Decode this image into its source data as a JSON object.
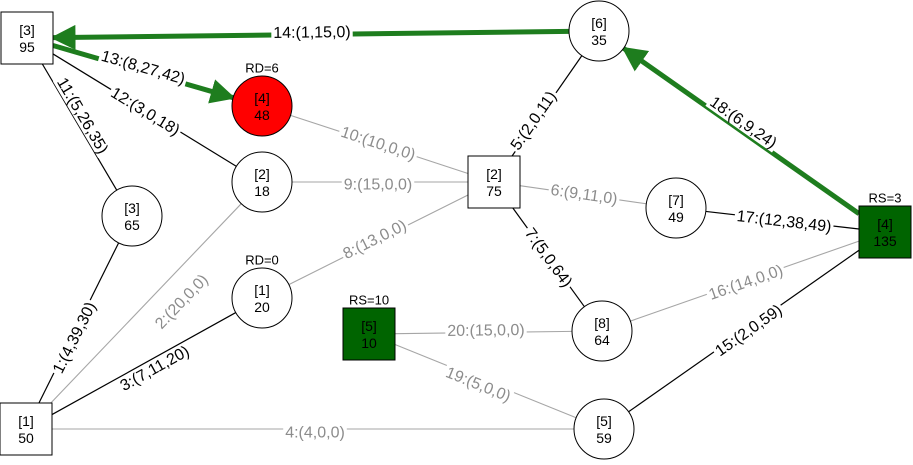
{
  "colors": {
    "dark_edge": "#000000",
    "light_edge": "#a6a6a6",
    "light_label": "#8c8c8c",
    "path_edge": "#1e7d1e",
    "station_fill": "#006400",
    "highlight_fill": "#ff0000",
    "node_fill": "#ffffff"
  },
  "nodes": [
    {
      "id": "sq3",
      "shape": "square",
      "label": "[3]",
      "value": "95"
    },
    {
      "id": "c6",
      "shape": "circle",
      "label": "[6]",
      "value": "35"
    },
    {
      "id": "c4",
      "shape": "circle",
      "label": "[4]",
      "value": "48",
      "fill": "highlight_fill",
      "tag": "RD=6"
    },
    {
      "id": "c2",
      "shape": "circle",
      "label": "[2]",
      "value": "18"
    },
    {
      "id": "c3",
      "shape": "circle",
      "label": "[3]",
      "value": "65"
    },
    {
      "id": "sq2",
      "shape": "square",
      "label": "[2]",
      "value": "75"
    },
    {
      "id": "c7",
      "shape": "circle",
      "label": "[7]",
      "value": "49"
    },
    {
      "id": "sq4",
      "shape": "square",
      "label": "[4]",
      "value": "135",
      "fill": "station_fill",
      "tag": "RS=3"
    },
    {
      "id": "c1",
      "shape": "circle",
      "label": "[1]",
      "value": "20",
      "tag": "RD=0"
    },
    {
      "id": "sq5",
      "shape": "square",
      "label": "[5]",
      "value": "10",
      "fill": "station_fill",
      "tag": "RS=10"
    },
    {
      "id": "c8",
      "shape": "circle",
      "label": "[8]",
      "value": "64"
    },
    {
      "id": "sq1",
      "shape": "square",
      "label": "[1]",
      "value": "50"
    },
    {
      "id": "c5",
      "shape": "circle",
      "label": "[5]",
      "value": "59"
    }
  ],
  "edges": [
    {
      "from": "sq1",
      "to": "c3",
      "label": "1:(4,39,30)",
      "style": "dark"
    },
    {
      "from": "sq1",
      "to": "c2",
      "label": "2:(20,0,0)",
      "style": "light"
    },
    {
      "from": "sq1",
      "to": "c1",
      "label": "3:(7,11,20)",
      "style": "dark"
    },
    {
      "from": "sq1",
      "to": "c5",
      "label": "4:(4,0,0)",
      "style": "light"
    },
    {
      "from": "sq2",
      "to": "c6",
      "label": "5:(2,0,11)",
      "style": "dark"
    },
    {
      "from": "sq2",
      "to": "c7",
      "label": "6:(9,11,0)",
      "style": "light"
    },
    {
      "from": "sq2",
      "to": "c8",
      "label": "7:(5,0,64)",
      "style": "dark"
    },
    {
      "from": "c1",
      "to": "sq2",
      "label": "8:(13,0,0)",
      "style": "light"
    },
    {
      "from": "c2",
      "to": "sq2",
      "label": "9:(15,0,0)",
      "style": "light"
    },
    {
      "from": "c4",
      "to": "sq2",
      "label": "10:(10,0,0)",
      "style": "light"
    },
    {
      "from": "sq3",
      "to": "c3",
      "label": "11:(5,26,35)",
      "style": "dark"
    },
    {
      "from": "sq3",
      "to": "c2",
      "label": "12:(3,0,18)",
      "style": "dark"
    },
    {
      "from": "sq3",
      "to": "c4",
      "label": "13:(8,27,42)",
      "style": "path"
    },
    {
      "from": "c6",
      "to": "sq3",
      "label": "14:(1,15,0)",
      "style": "path"
    },
    {
      "from": "c5",
      "to": "sq4",
      "label": "15:(2,0,59)",
      "style": "dark"
    },
    {
      "from": "c8",
      "to": "sq4",
      "label": "16:(14,0,0)",
      "style": "light"
    },
    {
      "from": "c7",
      "to": "sq4",
      "label": "17:(12,38,49)",
      "style": "dark"
    },
    {
      "from": "sq4",
      "to": "c6",
      "label": "18:(6,9,24)",
      "style": "path"
    },
    {
      "from": "sq5",
      "to": "c5",
      "label": "19:(5,0,0)",
      "style": "light"
    },
    {
      "from": "sq5",
      "to": "c8",
      "label": "20:(15,0,0)",
      "style": "light"
    }
  ]
}
